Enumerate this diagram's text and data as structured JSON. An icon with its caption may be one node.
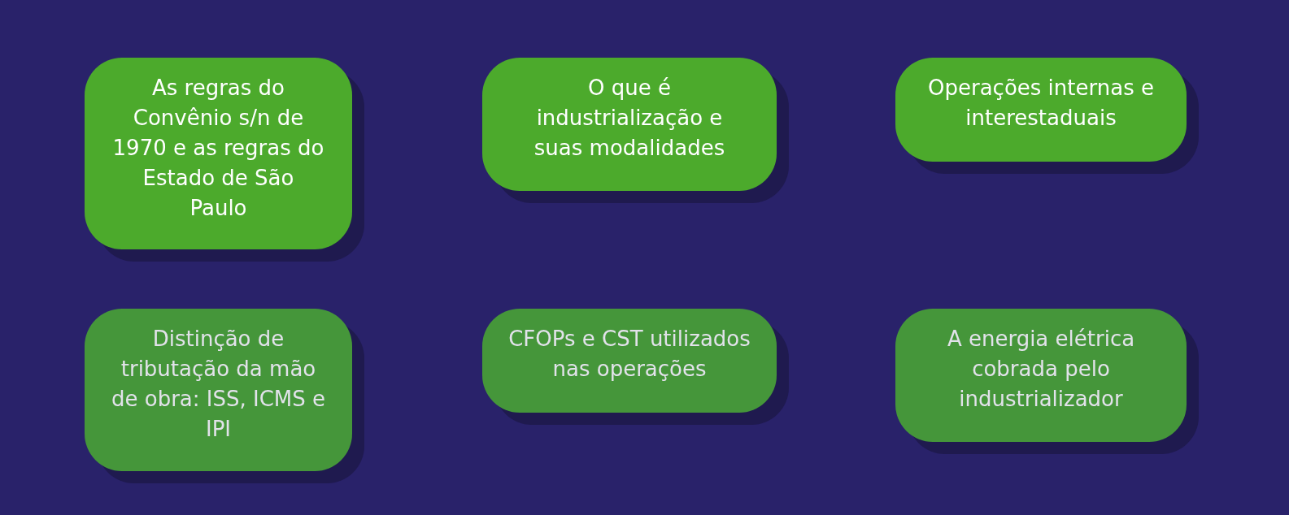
{
  "diagram": {
    "nodes": [
      {
        "text": [
          "As regras do Convênio s/n de 1970 e as regras do Estado de São Paulo"
        ]
      },
      {
        "text": [
          "O que é industrialização e suas modalidades"
        ]
      },
      {
        "text": [
          "Operações internas e interestaduais"
        ]
      },
      {
        "text": [
          "Distinção de tributação da mão de obra: ISS, ICMS e IPI"
        ]
      },
      {
        "text": [
          "CFOPs e CST utilizados nas operações"
        ]
      },
      {
        "text": [
          "A energia elétrica cobrada pelo industrializador"
        ]
      }
    ]
  }
}
